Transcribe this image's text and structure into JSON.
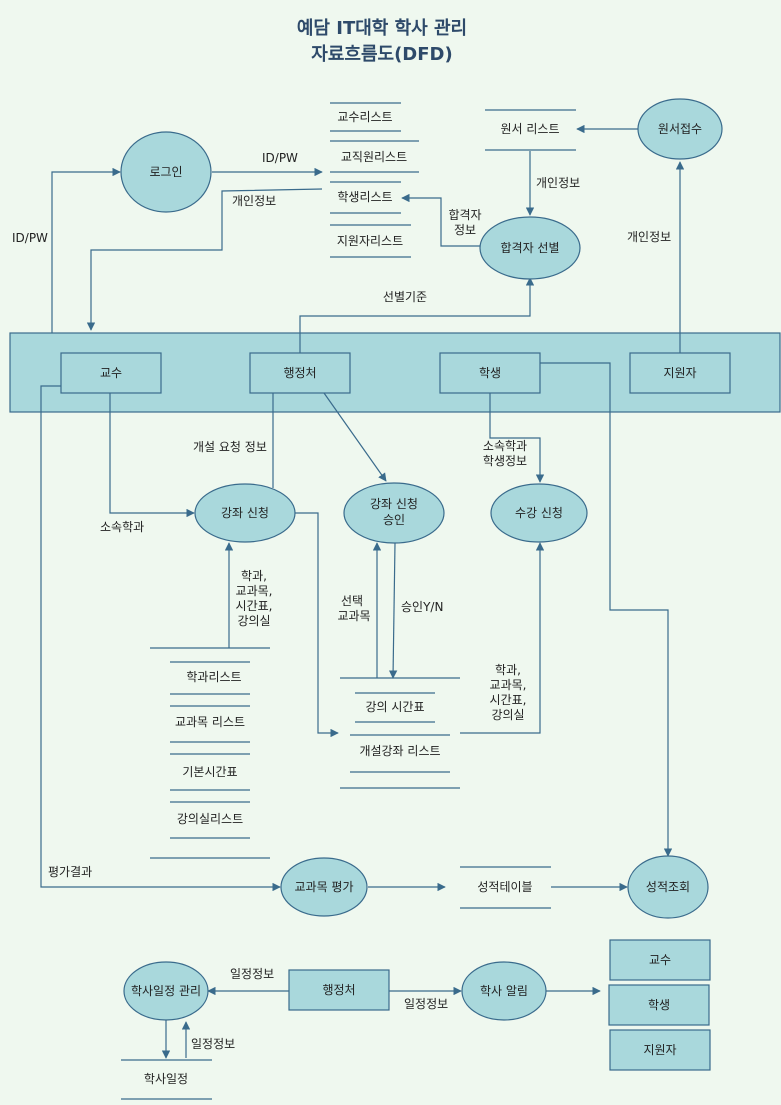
{
  "title": {
    "line1": "예담 IT대학 학사 관리",
    "line2": "자료흐름도(DFD)"
  },
  "processes": {
    "login": "로그인",
    "application_receipt": "원서접수",
    "admission_selection": "합격자 선별",
    "course_request": "강좌 신청",
    "course_approval": [
      "강좌 신청",
      "승인"
    ],
    "enrollment": "수강 신청",
    "course_evaluation": "교과목 평가",
    "grade_inquiry": "성적조회",
    "academic_schedule_mgmt": "학사일정 관리",
    "academic_notice": "학사 알림"
  },
  "entities": {
    "professor": "교수",
    "administration": "행정처",
    "student": "학생",
    "applicant": "지원자",
    "administration_bottom": "행정처",
    "professor_bottom": "교수",
    "student_bottom": "학생",
    "applicant_bottom": "지원자"
  },
  "stores": {
    "professor_list": "교수리스트",
    "staff_list": "교직원리스트",
    "student_list": "학생리스트",
    "applicant_list": "지원자리스트",
    "application_list": "원서 리스트",
    "dept_list": "학과리스트",
    "subject_list": "교과목 리스트",
    "base_timetable": "기본시간표",
    "classroom_list": "강의실리스트",
    "lecture_timetable": "강의 시간표",
    "offered_course_list": "개설강좌 리스트",
    "grade_table": "성적테이블",
    "academic_schedule": "학사일정"
  },
  "flows": {
    "id_pw_login": "ID/PW",
    "id_pw_left": "ID/PW",
    "personal_info_login": "개인정보",
    "personal_info_application": "개인정보",
    "personal_info_applicant": "개인정보",
    "admitted_info": [
      "합격자",
      "정보"
    ],
    "selection_criteria": "선별기준",
    "open_request_info": "개설 요청 정보",
    "affiliated_dept": "소속학과",
    "dept_student_info": [
      "소속학과",
      "학생정보"
    ],
    "dept_subject_time_room_1": [
      "학과,",
      "교과목,",
      "시간표,",
      "강의실"
    ],
    "dept_subject_time_room_2": [
      "학과,",
      "교과목,",
      "시간표,",
      "강의실"
    ],
    "selected_subject": [
      "선택",
      "교과목"
    ],
    "approval_yn": "승인Y/N",
    "evaluation_result": "평가결과",
    "schedule_info_1": "일정정보",
    "schedule_info_2": "일정정보",
    "schedule_info_3": "일정정보"
  }
}
